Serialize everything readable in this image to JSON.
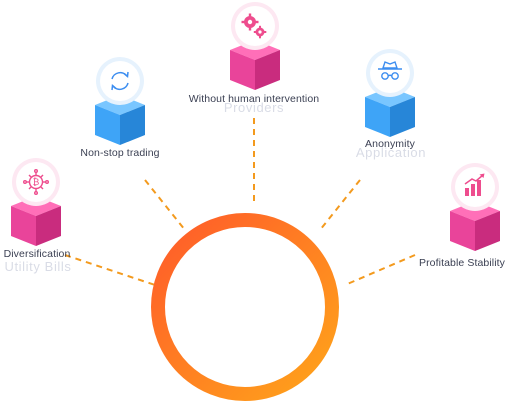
{
  "colors": {
    "ring_start": "#ff5a2a",
    "ring_end": "#ffa51a",
    "dash": "#f39a1e",
    "pink_top": "#ff6fb8",
    "pink_left": "#e9449a",
    "pink_right": "#c92c7e",
    "blue_top": "#79c6ff",
    "blue_left": "#3ea4f7",
    "blue_right": "#2786d8",
    "icon_pink": "#ee4d8e",
    "icon_blue": "#3d8ef0"
  },
  "features": [
    {
      "id": "diversification",
      "label": "Diversification",
      "ghost": "Utility Bills",
      "icon": "bitcoin-network-icon",
      "cube": "pink"
    },
    {
      "id": "non-stop-trading",
      "label": "Non-stop trading",
      "ghost": "",
      "icon": "refresh-cycle-icon",
      "cube": "blue"
    },
    {
      "id": "without-human-intervention",
      "label": "Without human intervention",
      "ghost": "Providers",
      "icon": "gears-icon",
      "cube": "pink"
    },
    {
      "id": "anonymity",
      "label": "Anonymity",
      "ghost": "Application",
      "icon": "incognito-icon",
      "cube": "blue"
    },
    {
      "id": "profitable-stability",
      "label": "Profitable Stability",
      "ghost": "",
      "icon": "growth-chart-icon",
      "cube": "pink"
    }
  ]
}
